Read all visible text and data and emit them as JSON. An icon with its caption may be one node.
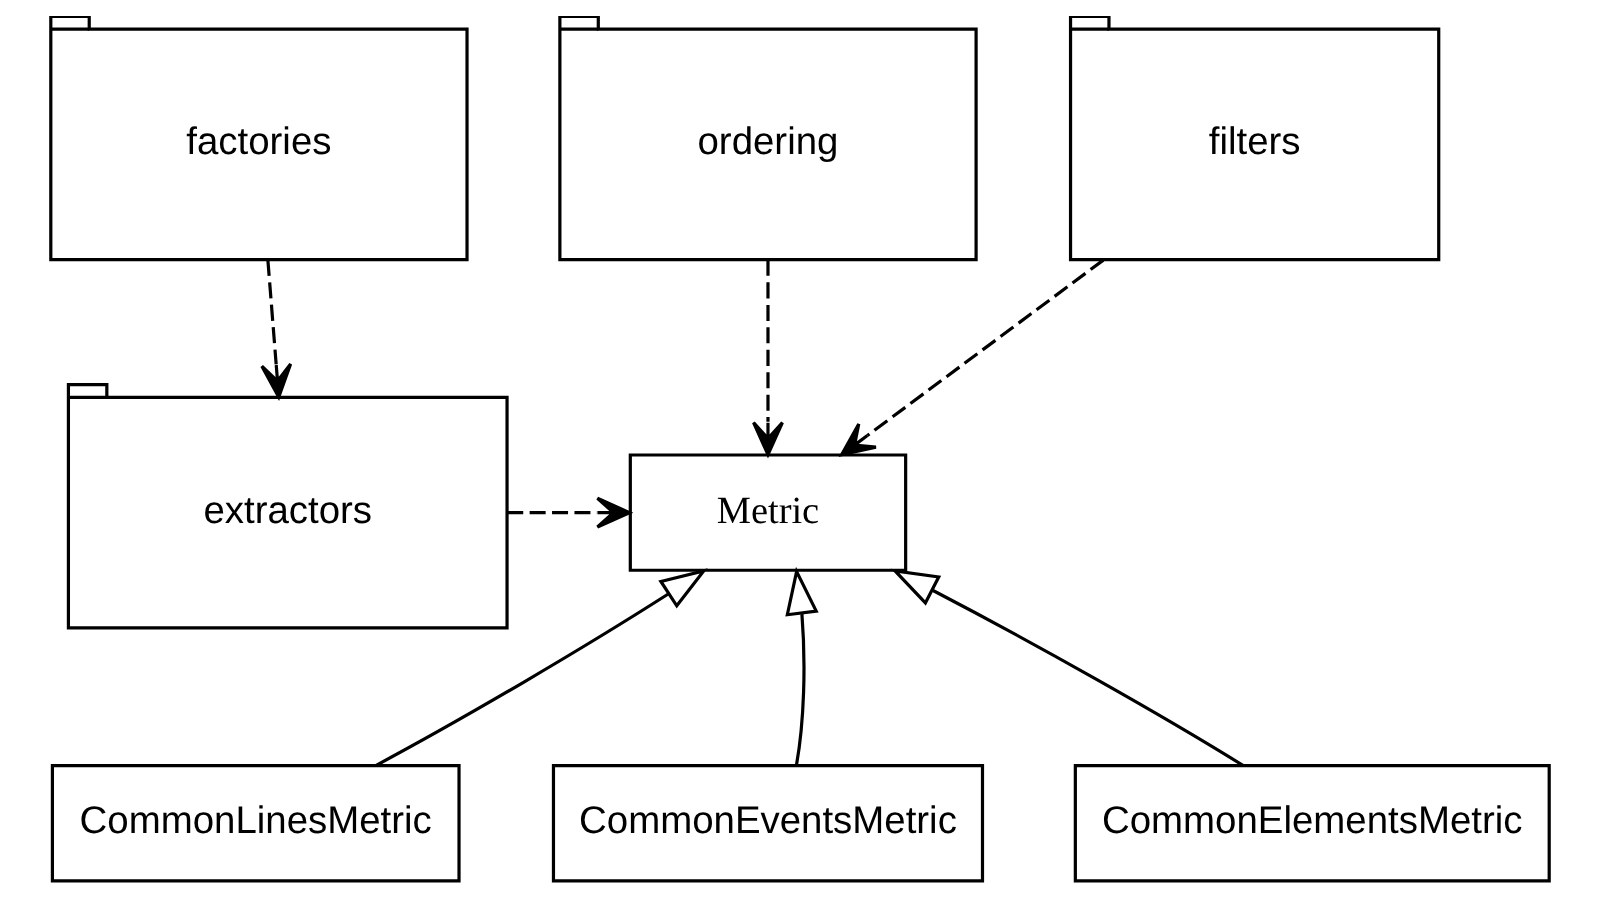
{
  "diagram": {
    "nodes": [
      {
        "text": [
          "factories"
        ]
      },
      {
        "text": [
          "ordering"
        ]
      },
      {
        "text": [
          "filters"
        ]
      },
      {
        "text": [
          "extractors"
        ]
      },
      {
        "text": [
          "Metric"
        ]
      },
      {
        "text": [
          "CommonLinesMetric"
        ]
      },
      {
        "text": [
          "CommonEventsMetric"
        ]
      },
      {
        "text": [
          "CommonElementsMetric"
        ]
      }
    ],
    "edges": [
      {
        "from": 0,
        "to": 3,
        "arrow": "to",
        "style": "dashed"
      },
      {
        "from": 1,
        "to": 4,
        "arrow": "to",
        "style": "dashed"
      },
      {
        "from": 2,
        "to": 4,
        "arrow": "to",
        "style": "dashed"
      },
      {
        "from": 3,
        "to": 4,
        "arrow": "to",
        "style": "dashed"
      },
      {
        "from": 5,
        "to": 4,
        "arrow": "to"
      },
      {
        "from": 6,
        "to": 4,
        "arrow": "to"
      },
      {
        "from": 7,
        "to": 4,
        "arrow": "to"
      }
    ]
  }
}
